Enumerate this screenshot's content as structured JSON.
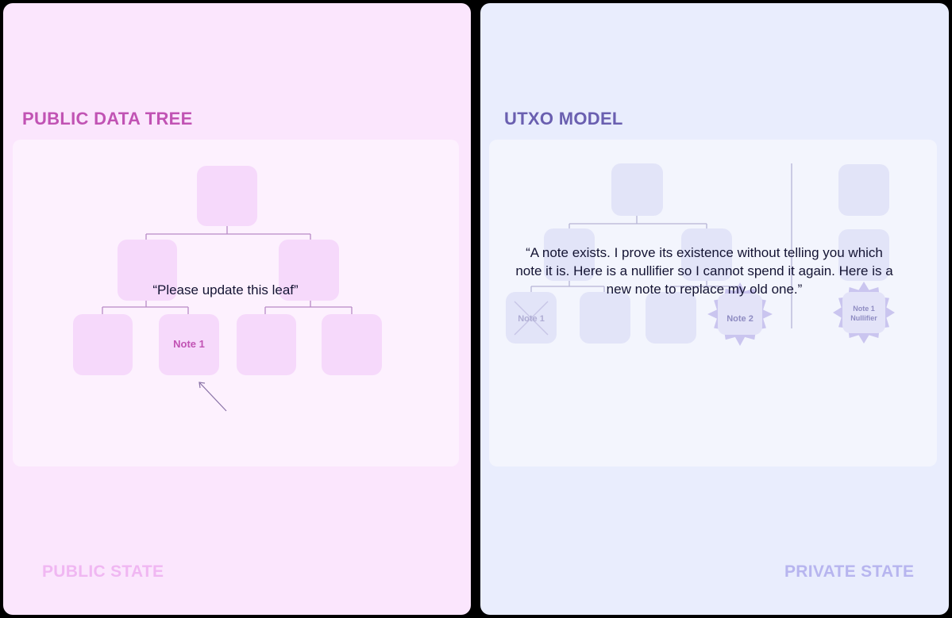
{
  "public_panel": {
    "title": "PUBLIC DATA TREE",
    "leaf_label": "Note 1",
    "caption": "“Please update this leaf”",
    "footer": "PUBLIC STATE"
  },
  "private_panel": {
    "title": "UTXO MODEL",
    "spent_note_label": "Note 1",
    "new_note_label": "Note 2",
    "nullifier_label_line1": "Note 1",
    "nullifier_label_line2": "Nullifier",
    "caption": "“A note exists. I prove its existence without telling you which note it is. Here is a nullifier so I cannot spend it again. Here is a new note to replace my old one.”",
    "footer": "PRIVATE STATE"
  },
  "colors": {
    "public_accent": "#c153b4",
    "public_node": "#f6d9fb",
    "private_accent": "#6a5fb0",
    "private_node": "#e2e4f8",
    "star": "#cac5ef"
  }
}
